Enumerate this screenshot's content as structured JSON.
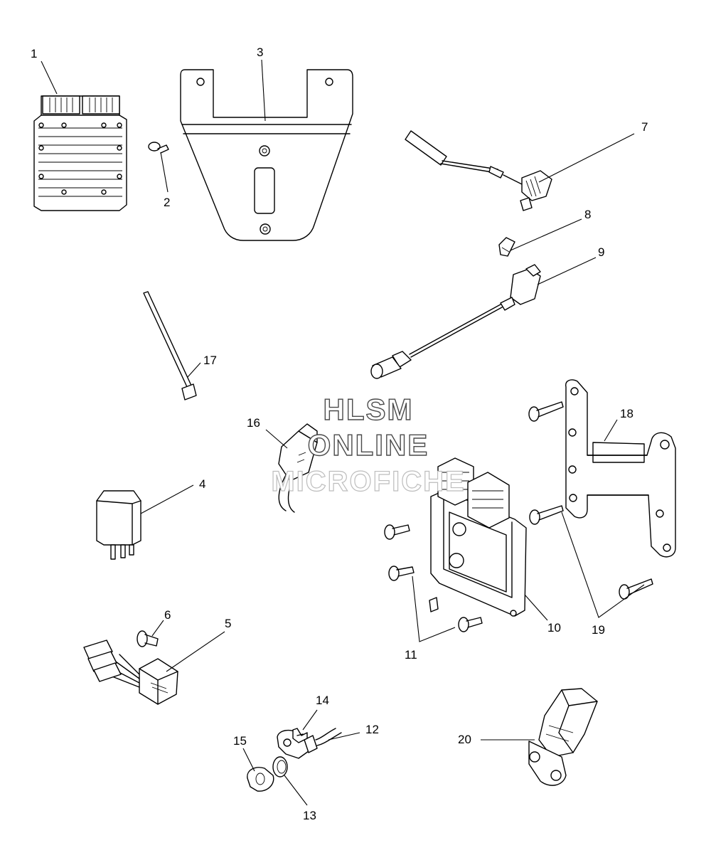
{
  "watermark": {
    "line1": "HLSM",
    "line2": "ONLINE",
    "line3": "MICROFICHE"
  },
  "callouts": [
    {
      "id": "1",
      "label": "1"
    },
    {
      "id": "2",
      "label": "2"
    },
    {
      "id": "3",
      "label": "3"
    },
    {
      "id": "4",
      "label": "4"
    },
    {
      "id": "5",
      "label": "5"
    },
    {
      "id": "6",
      "label": "6"
    },
    {
      "id": "7",
      "label": "7"
    },
    {
      "id": "8",
      "label": "8"
    },
    {
      "id": "9",
      "label": "9"
    },
    {
      "id": "10",
      "label": "10"
    },
    {
      "id": "11",
      "label": "11"
    },
    {
      "id": "12",
      "label": "12"
    },
    {
      "id": "13",
      "label": "13"
    },
    {
      "id": "14",
      "label": "14"
    },
    {
      "id": "15",
      "label": "15"
    },
    {
      "id": "16",
      "label": "16"
    },
    {
      "id": "17",
      "label": "17"
    },
    {
      "id": "18",
      "label": "18"
    },
    {
      "id": "19",
      "label": "19"
    },
    {
      "id": "20",
      "label": "20"
    }
  ]
}
